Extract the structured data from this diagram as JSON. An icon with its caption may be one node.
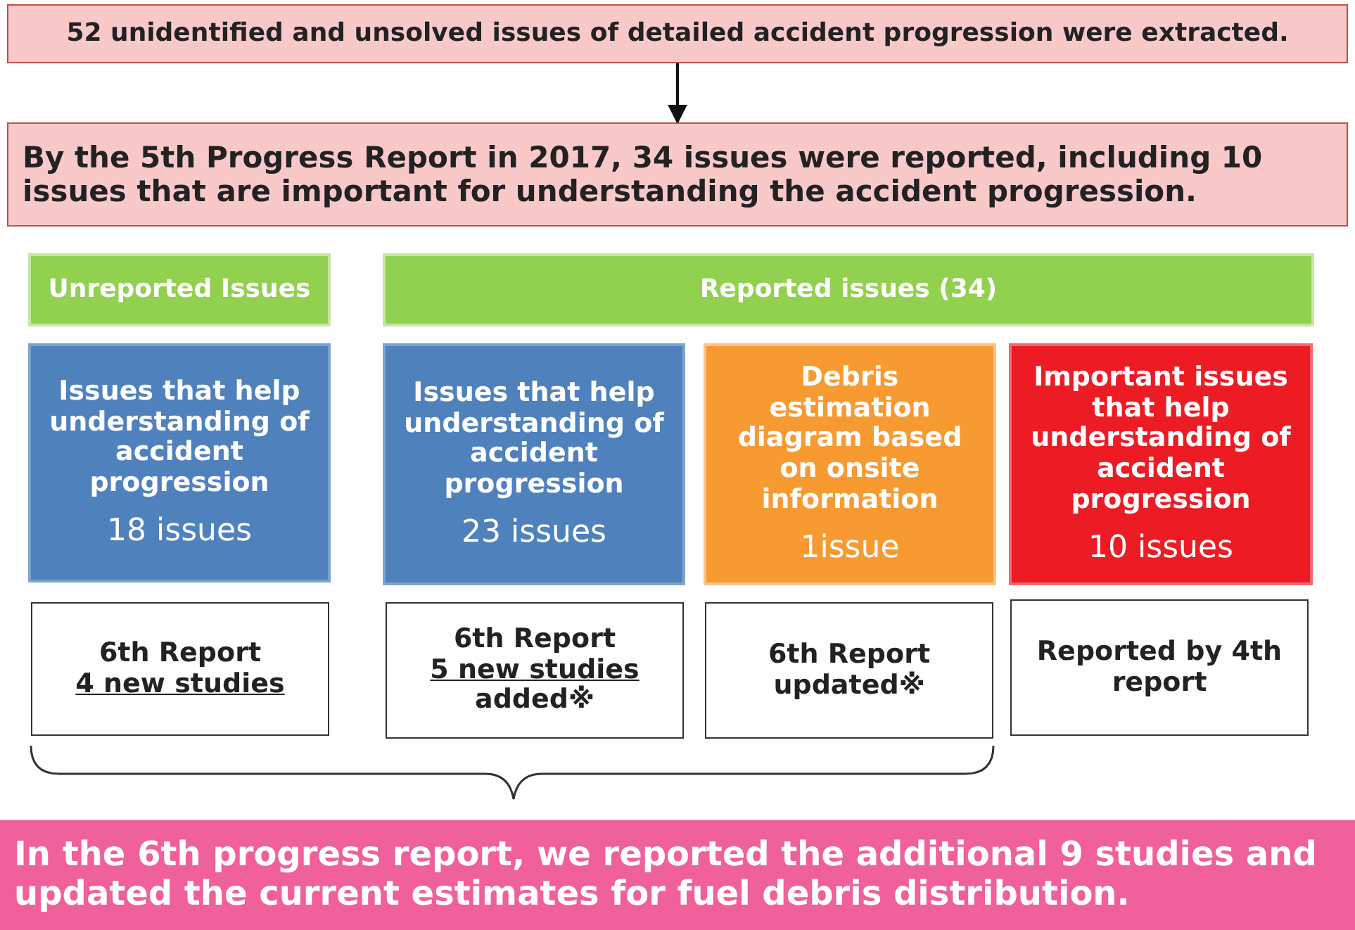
{
  "diagram": {
    "nodes": [
      {
        "text": [
          "52 unidentified and unsolved issues of detailed accident progression  were extracted."
        ]
      },
      {
        "text": [
          "By the 5th Progress Report in 2017, 34 issues were reported, including 10 issues that are important for understanding the accident progression."
        ]
      },
      {
        "text": [
          "Unreported Issues"
        ]
      },
      {
        "text": [
          "Reported issues (34)"
        ]
      },
      {
        "text": [
          "Issues that help understanding of accident progression",
          "18 issues"
        ]
      },
      {
        "text": [
          "Issues that help understanding of accident progression",
          "23 issues"
        ]
      },
      {
        "text": [
          "Debris estimation diagram based on onsite information",
          "1issue"
        ]
      },
      {
        "text": [
          "Important issues that help understanding of accident progression",
          "10 issues"
        ]
      },
      {
        "text": [
          "6th Report",
          "4 new studies"
        ]
      },
      {
        "text": [
          "6th Report",
          "5 new studies",
          "added※"
        ]
      },
      {
        "text": [
          "6th Report updated※"
        ]
      },
      {
        "text": [
          "Reported by 4th report"
        ]
      },
      {
        "text": [
          "In the 6th progress report, we reported the additional 9 studies and updated the current estimates for fuel debris distribution."
        ]
      }
    ],
    "edges": [
      {
        "from": 0,
        "to": 1,
        "arrow": "to"
      }
    ]
  }
}
